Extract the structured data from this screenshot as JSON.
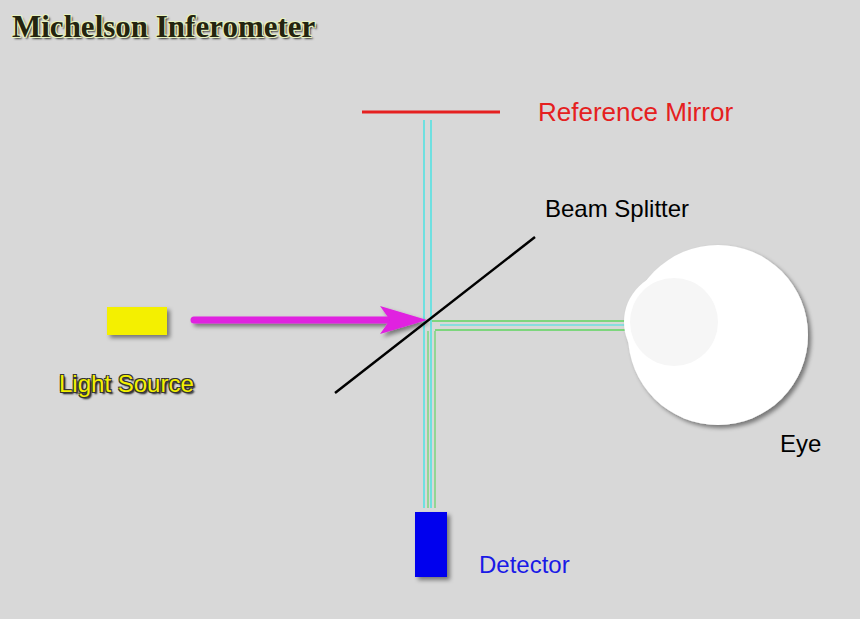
{
  "diagram": {
    "title": "Michelson Inferometer",
    "nodes": [
      {
        "text": [
          "Light Source"
        ]
      },
      {
        "text": [
          "Eye"
        ]
      },
      {
        "text": [
          "Detector"
        ]
      }
    ],
    "labels": [
      "Reference Mirror",
      "Beam Splitter"
    ]
  }
}
